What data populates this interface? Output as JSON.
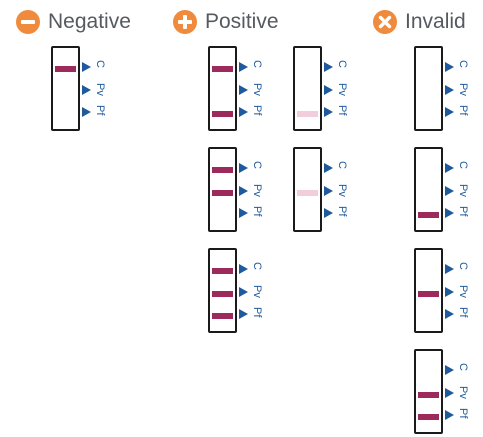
{
  "colors": {
    "header_icon": "#f08a3c",
    "header_text": "#555a60",
    "band_strong": "#9c2b5c",
    "band_faint": "#f2cddb",
    "marker": "#1f5a9c",
    "cassette_border": "#1a1a1a"
  },
  "markers": {
    "c": "C",
    "pv": "Pv",
    "pf": "Pf"
  },
  "groups": [
    {
      "id": "negative",
      "label": "Negative",
      "icon": "minus-circle-icon",
      "tests": [
        {
          "c": "strong",
          "pv": "none",
          "pf": "none"
        }
      ]
    },
    {
      "id": "positive",
      "label": "Positive",
      "icon": "plus-circle-icon",
      "tests": [
        {
          "c": "strong",
          "pv": "none",
          "pf": "strong"
        },
        {
          "c": "strong",
          "pv": "strong",
          "pf": "none"
        },
        {
          "c": "strong",
          "pv": "strong",
          "pf": "strong"
        },
        {
          "c": "none",
          "pv": "none",
          "pf": "faint"
        },
        {
          "c": "none",
          "pv": "faint",
          "pf": "none"
        }
      ]
    },
    {
      "id": "invalid",
      "label": "Invalid",
      "icon": "x-circle-icon",
      "tests": [
        {
          "c": "none",
          "pv": "none",
          "pf": "none"
        },
        {
          "c": "none",
          "pv": "none",
          "pf": "strong"
        },
        {
          "c": "none",
          "pv": "strong",
          "pf": "none"
        },
        {
          "c": "none",
          "pv": "strong",
          "pf": "strong"
        }
      ]
    }
  ]
}
